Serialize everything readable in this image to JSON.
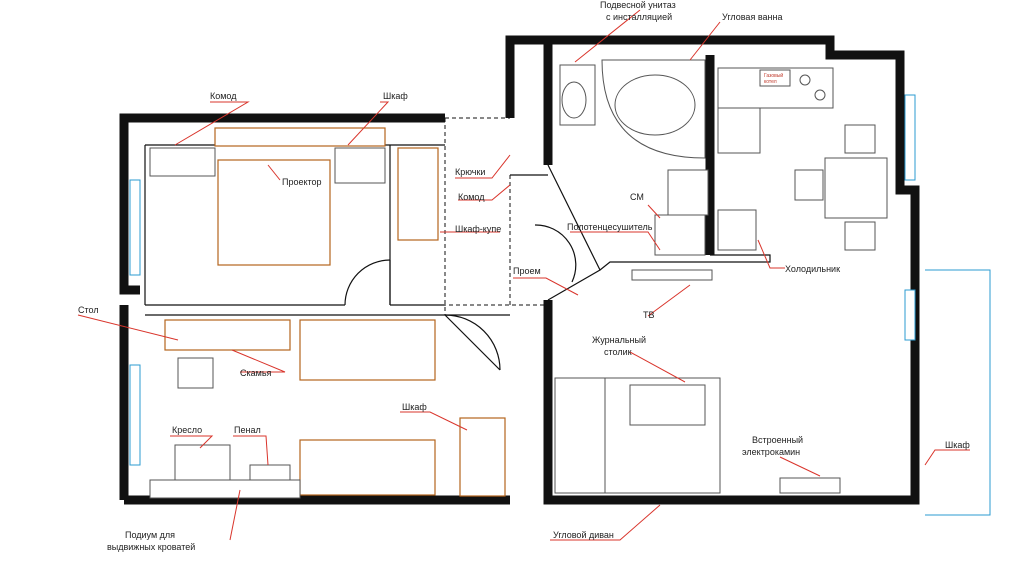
{
  "plan": {
    "labels": {
      "toilet": "Подвесной унитаз",
      "toilet2": "с инсталляцией",
      "bath": "Угловая ванна",
      "dresser1": "Комод",
      "wardrobe1": "Шкаф",
      "projector": "Проектор",
      "hooks": "Крючки",
      "dresser2": "Комод",
      "wardrobe_coupe": "Шкаф-купе",
      "towel_dryer": "Полотенцесушитель",
      "opening": "Проем",
      "washer": "СМ",
      "fridge": "Холодильник",
      "tv": "ТВ",
      "desk": "Стол",
      "bench": "Скамья",
      "coffee_table1": "Журнальный",
      "coffee_table2": "столик",
      "wardrobe2": "Шкаф",
      "armchair": "Кресло",
      "pencil_case": "Пенал",
      "fireplace1": "Встроенный",
      "fireplace2": "электрокамин",
      "wardrobe3": "Шкаф",
      "podium1": "Подиум для",
      "podium2": "выдвижных кроватей",
      "sofa": "Угловой диван",
      "gas_boiler1": "Газовый",
      "gas_boiler2": "котел"
    },
    "colors": {
      "leader": "#d9342b",
      "window": "#2b9bd1",
      "wall": "#111111",
      "furniture_accent": "#b5651d"
    }
  }
}
